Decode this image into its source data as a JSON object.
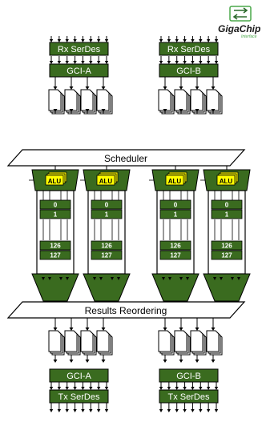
{
  "logo": {
    "brand": "GigaChip",
    "sub": "Interface",
    "icon": "two-way-arrows-icon"
  },
  "inputs": {
    "left": {
      "serdes": "Rx SerDes",
      "gci": "GCI-A"
    },
    "right": {
      "serdes": "Rx SerDes",
      "gci": "GCI-B"
    }
  },
  "scheduler": "Scheduler",
  "pipelines": [
    {
      "alu": "ALU",
      "rows": [
        "0",
        "1",
        "126",
        "127"
      ]
    },
    {
      "alu": "ALU",
      "rows": [
        "0",
        "1",
        "126",
        "127"
      ]
    },
    {
      "alu": "ALU",
      "rows": [
        "0",
        "1",
        "126",
        "127"
      ]
    },
    {
      "alu": "ALU",
      "rows": [
        "0",
        "1",
        "126",
        "127"
      ]
    }
  ],
  "reorder": "Results Reordering",
  "outputs": {
    "left": {
      "gci": "GCI-A",
      "serdes": "Tx SerDes"
    },
    "right": {
      "gci": "GCI-B",
      "serdes": "Tx SerDes"
    }
  },
  "colors": {
    "green": "#3a6b1f",
    "alu_yellow": "#ffff00",
    "stroke": "#000000",
    "text_light": "#ffffff",
    "logo_green": "#4aa84a"
  }
}
